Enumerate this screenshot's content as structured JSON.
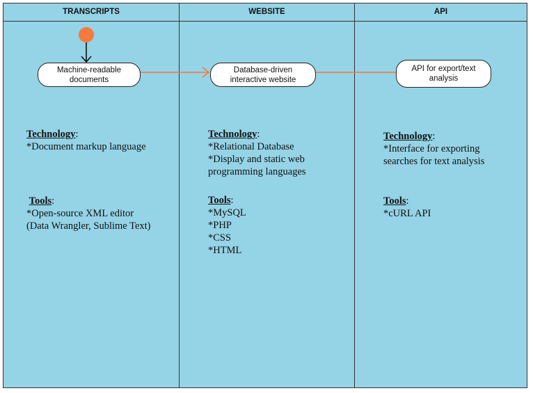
{
  "lanes": [
    {
      "title": "TRANSCRIPTS",
      "node": "Machine-readable\ndocuments",
      "technology": {
        "heading": "Technology",
        "items": [
          "*Document markup language"
        ]
      },
      "tools": {
        "heading": "Tools",
        "items": [
          "*Open-source XML editor",
          "(Data Wrangler, Sublime Text)"
        ]
      }
    },
    {
      "title": "WEBSITE",
      "node": "Database-driven\ninteractive website",
      "technology": {
        "heading": "Technology",
        "items": [
          "*Relational Database",
          "*Display and static web",
          "programming languages"
        ]
      },
      "tools": {
        "heading": "Tools",
        "items": [
          "*MySQL",
          "*PHP",
          "*CSS",
          "*HTML"
        ]
      }
    },
    {
      "title": "API",
      "node": "API for export/text\nanalysis",
      "technology": {
        "heading": "Technology",
        "items": [
          "*Interface for exporting",
          "searches for text analysis"
        ]
      },
      "tools": {
        "heading": "Tools",
        "items": [
          "*cURL API"
        ]
      }
    }
  ],
  "colors": {
    "lane_fill": "#95d3e6",
    "start_node": "#f47a3d",
    "connector": "#f47a3d",
    "border": "#333333"
  }
}
